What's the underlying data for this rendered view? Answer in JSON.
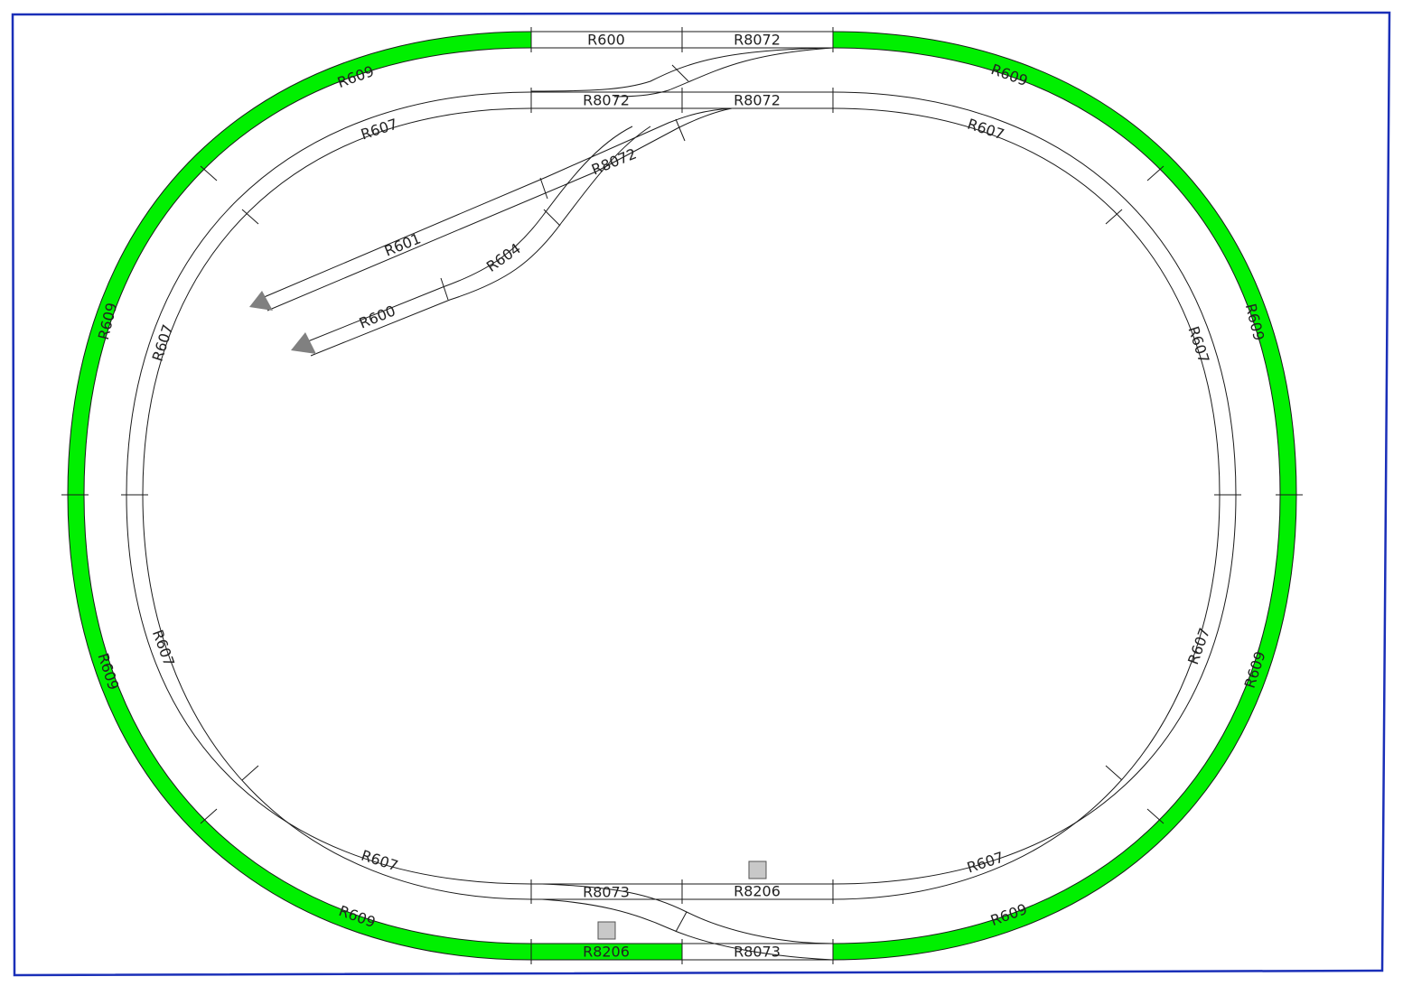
{
  "colors": {
    "board_border": "#1a2fb8",
    "highlight_track": "#00f000",
    "rail": "#1a1a1a",
    "buffer_stop": "#808080",
    "accessory": "#c8c8c8"
  },
  "icons": {
    "buffer_stop": "triangle-buffer-stop-icon",
    "accessory": "square-accessory-icon"
  },
  "pieces": {
    "outer_top_left_curve_a": "R609",
    "outer_left_curve_a": "R609",
    "outer_left_curve_b": "R609",
    "outer_bottom_left_curve": "R609",
    "outer_top_right_curve": "R609",
    "outer_right_curve_a": "R609",
    "outer_right_curve_b": "R609",
    "outer_bottom_right_curve": "R609",
    "inner_top_left_curve": "R607",
    "inner_left_curve_a": "R607",
    "inner_left_curve_b": "R607",
    "inner_bottom_left_curve": "R607",
    "inner_top_right_curve": "R607",
    "inner_right_curve_a": "R607",
    "inner_right_curve_b": "R607",
    "inner_bottom_right_curve": "R607",
    "top_outer_straight": "R600",
    "top_outer_point": "R8072",
    "top_inner_point_left": "R8072",
    "top_inner_point_right": "R8072",
    "siding_point": "R8072",
    "siding_long_straight": "R601",
    "siding_curve": "R604",
    "siding_short_straight": "R600",
    "bottom_inner_point": "R8073",
    "bottom_inner_straight": "R8206",
    "bottom_outer_straight": "R8206",
    "bottom_outer_point": "R8073"
  }
}
